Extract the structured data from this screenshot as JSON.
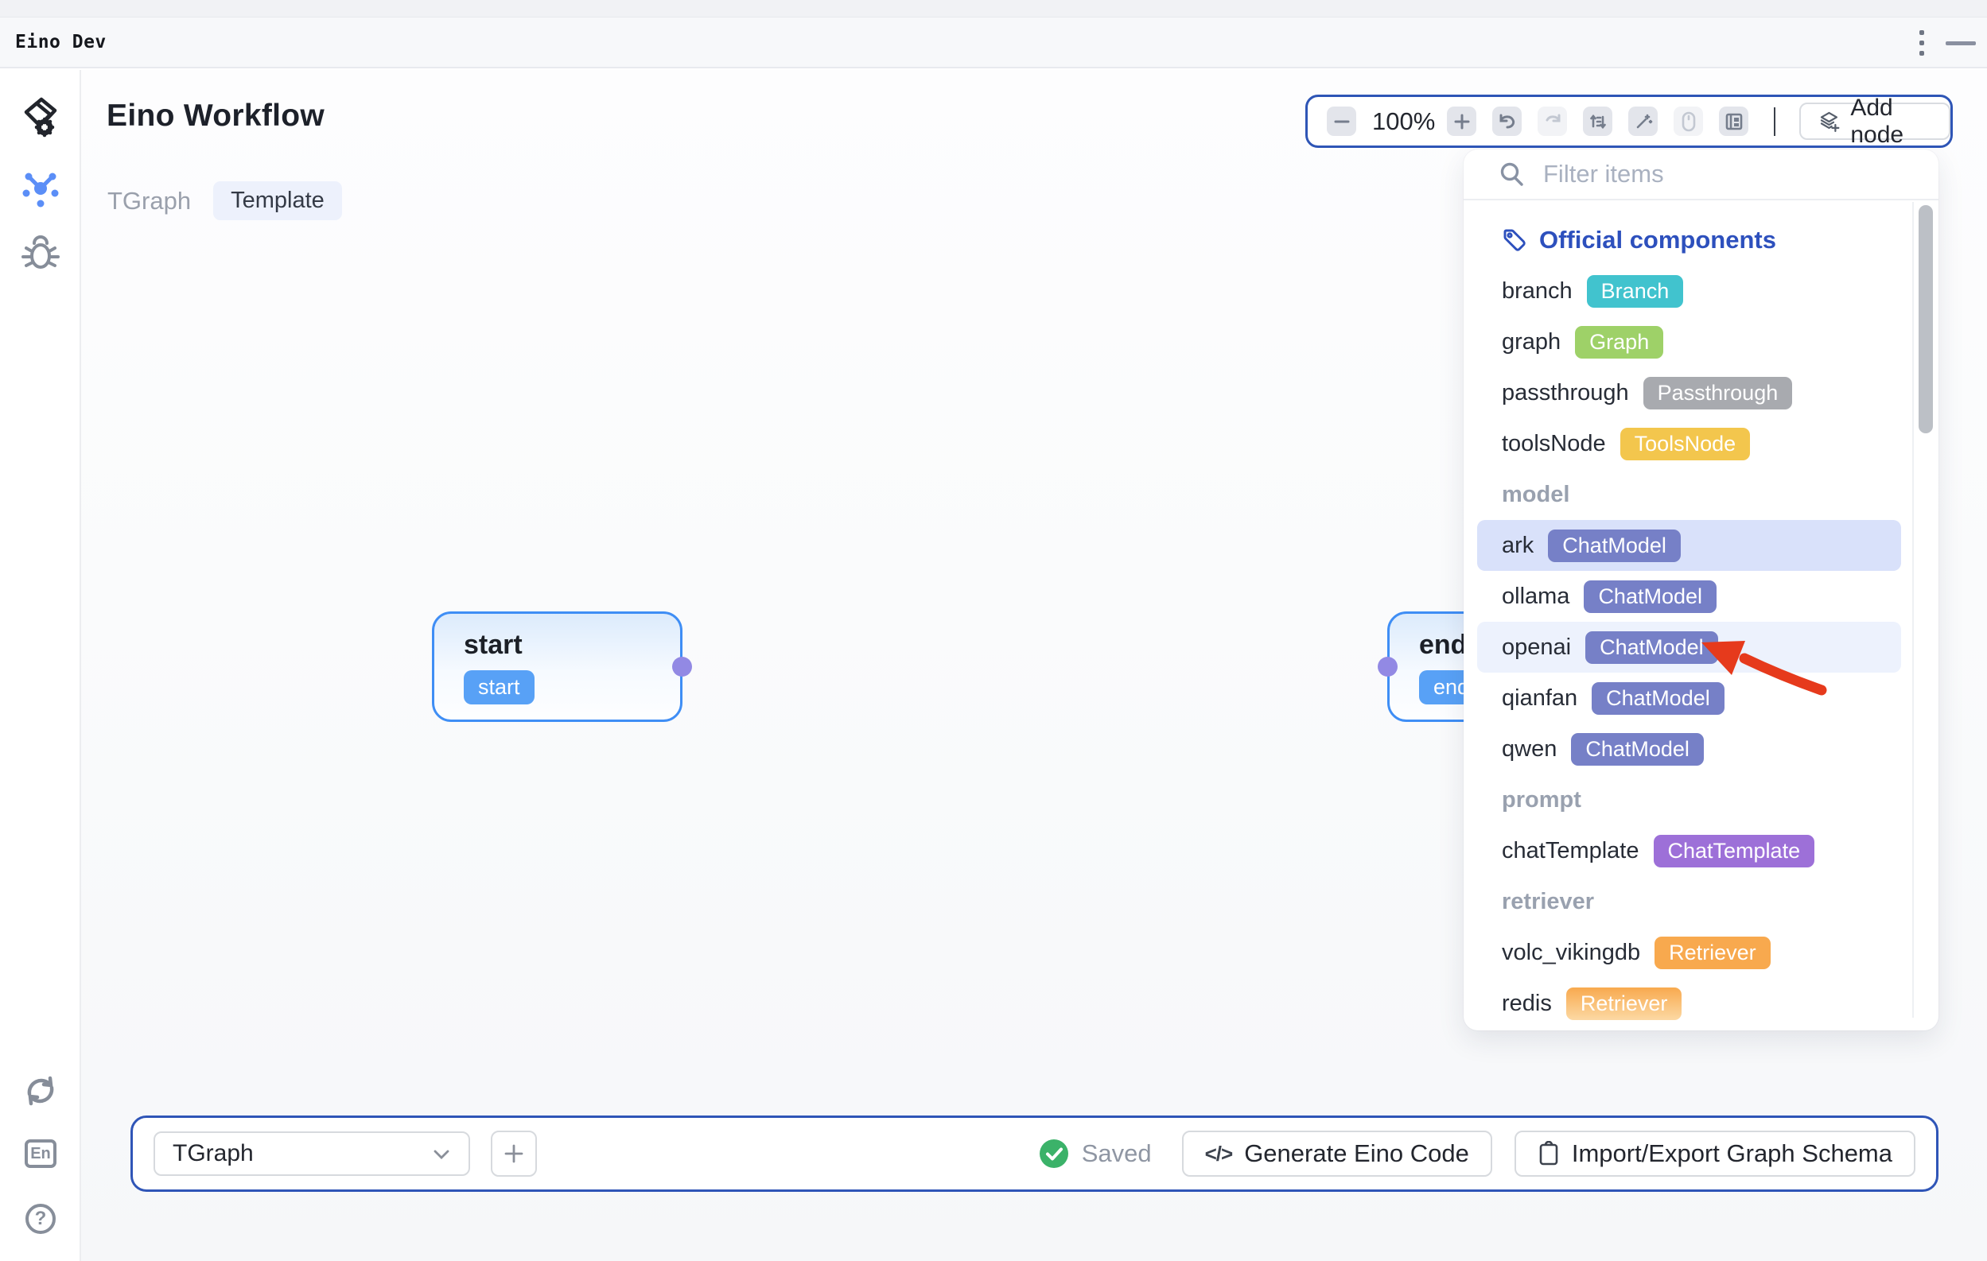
{
  "window": {
    "title": "Eino Dev"
  },
  "header": {
    "app_title": "Eino Workflow",
    "graph_name": "TGraph",
    "badge": "Template"
  },
  "toolbar": {
    "zoom_level": "100%",
    "add_node_label": "Add node"
  },
  "panel": {
    "filter_placeholder": "Filter items",
    "header": "Official components",
    "rows": [
      {
        "type": "item",
        "label": "branch",
        "badge": "Branch",
        "badge_color": "#41c3ce"
      },
      {
        "type": "item",
        "label": "graph",
        "badge": "Graph",
        "badge_color": "#9ed168"
      },
      {
        "type": "item",
        "label": "passthrough",
        "badge": "Passthrough",
        "badge_color": "#a8aaaf"
      },
      {
        "type": "item",
        "label": "toolsNode",
        "badge": "ToolsNode",
        "badge_color": "#f3c64d"
      },
      {
        "type": "section",
        "label": "model"
      },
      {
        "type": "item",
        "label": "ark",
        "badge": "ChatModel",
        "badge_color": "#7680c7",
        "highlight": "strong"
      },
      {
        "type": "item",
        "label": "ollama",
        "badge": "ChatModel",
        "badge_color": "#7680c7"
      },
      {
        "type": "item",
        "label": "openai",
        "badge": "ChatModel",
        "badge_color": "#7680c7",
        "highlight": "soft"
      },
      {
        "type": "item",
        "label": "qianfan",
        "badge": "ChatModel",
        "badge_color": "#7680c7"
      },
      {
        "type": "item",
        "label": "qwen",
        "badge": "ChatModel",
        "badge_color": "#7680c7"
      },
      {
        "type": "section",
        "label": "prompt"
      },
      {
        "type": "item",
        "label": "chatTemplate",
        "badge": "ChatTemplate",
        "badge_color": "#9d70d8"
      },
      {
        "type": "section",
        "label": "retriever"
      },
      {
        "type": "item",
        "label": "volc_vikingdb",
        "badge": "Retriever",
        "badge_color": "#f8a94e"
      },
      {
        "type": "item",
        "label": "redis",
        "badge": "Retriever",
        "badge_color": "#f8a94e",
        "badge_gradient": true
      }
    ]
  },
  "nodes": {
    "start": {
      "title": "start",
      "badge": "start"
    },
    "end": {
      "title": "end",
      "badge": "end"
    }
  },
  "annotation": {
    "arrow_points_to": "openai ChatModel",
    "color": "#e63a1c"
  },
  "bottombar": {
    "graph_select_value": "TGraph",
    "status": "Saved",
    "generate_label": "Generate Eino Code",
    "import_export_label": "Import/Export Graph Schema"
  },
  "sidebar": {
    "language_label": "En",
    "help_label": "?"
  }
}
